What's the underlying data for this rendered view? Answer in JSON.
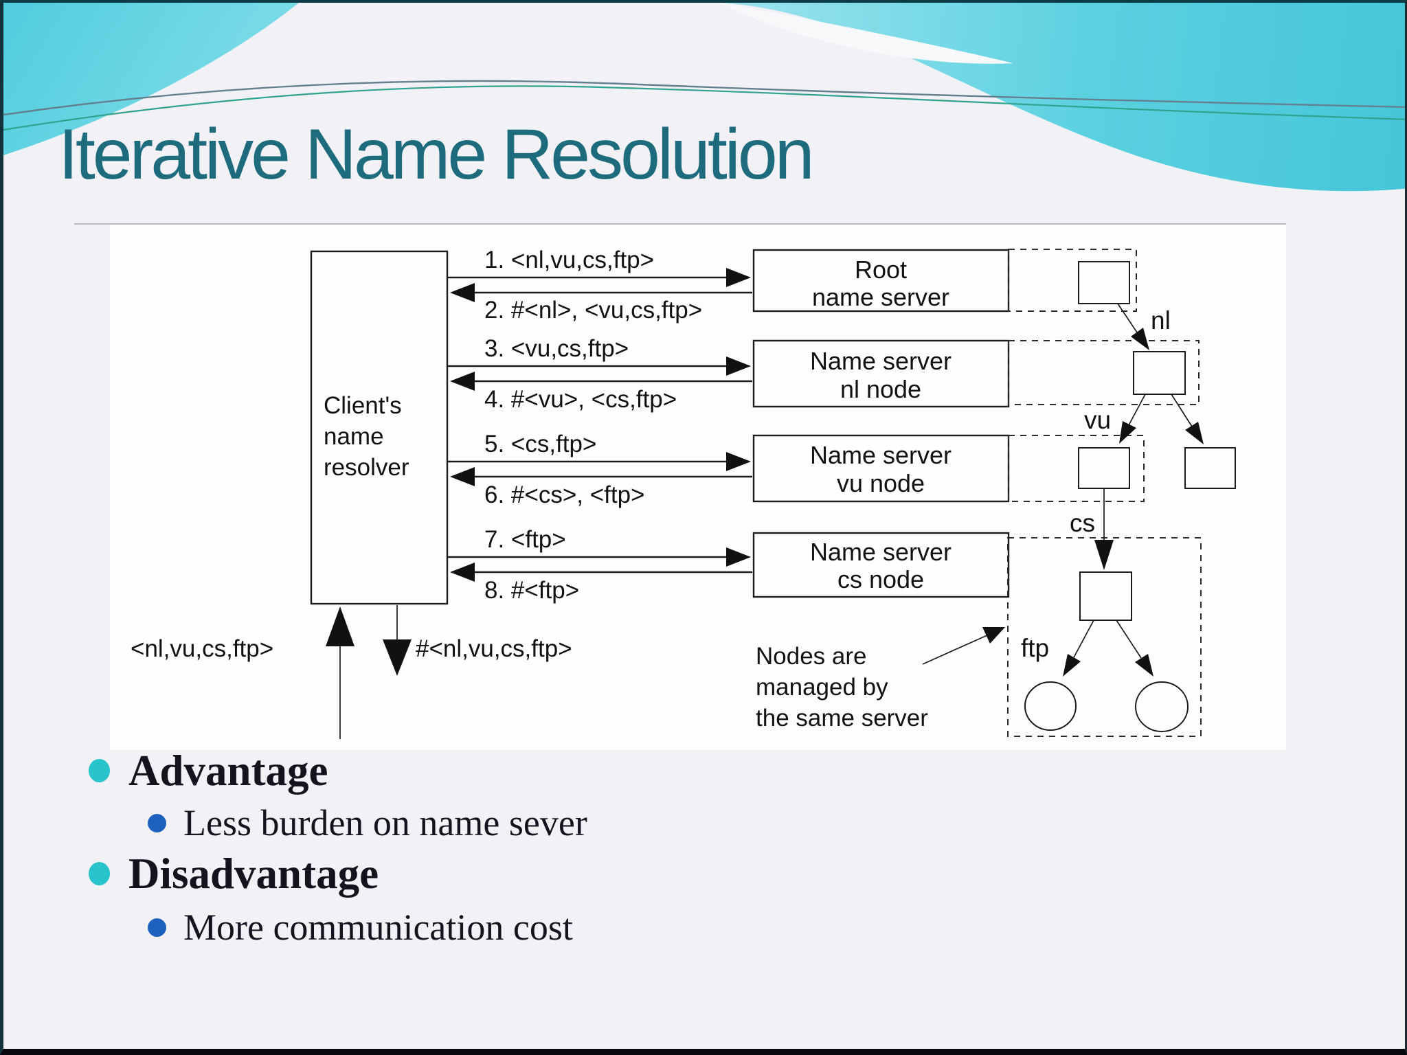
{
  "slide": {
    "title": "Iterative Name Resolution",
    "bullets": [
      {
        "level": 1,
        "label": "Advantage"
      },
      {
        "level": 2,
        "label": "Less burden on name sever"
      },
      {
        "level": 1,
        "label": "Disadvantage"
      },
      {
        "level": 2,
        "label": "More communication cost"
      }
    ],
    "colors": {
      "title_teal": "#1d6b7c",
      "wave_cyan_deep": "#49c7d9",
      "wave_cyan_light": "#9ce4ee",
      "bullet_level1_cyan": "#29c3cb",
      "bullet_level2_blue": "#1b61bd",
      "body_text": "#14141f",
      "diagram_ink": "#1b1b1b"
    }
  },
  "diagram": {
    "client": {
      "line1": "Client's",
      "line2": "name",
      "line3": "resolver"
    },
    "messages": [
      "1. <nl,vu,cs,ftp>",
      "2. #<nl>, <vu,cs,ftp>",
      "3. <vu,cs,ftp>",
      "4. #<vu>, <cs,ftp>",
      "5. <cs,ftp>",
      "6. #<cs>, <ftp>",
      "7. <ftp>",
      "8. #<ftp>"
    ],
    "servers": [
      {
        "line1": "Root",
        "line2": "name server"
      },
      {
        "line1": "Name server",
        "line2": "nl node"
      },
      {
        "line1": "Name server",
        "line2": "vu node"
      },
      {
        "line1": "Name server",
        "line2": "cs node"
      }
    ],
    "tree_labels": {
      "nl": "nl",
      "vu": "vu",
      "cs": "cs",
      "ftp": "ftp"
    },
    "input_label": "<nl,vu,cs,ftp>",
    "output_label": "#<nl,vu,cs,ftp>",
    "note": {
      "line1": "Nodes are",
      "line2": "managed by",
      "line3": "the same server"
    }
  }
}
